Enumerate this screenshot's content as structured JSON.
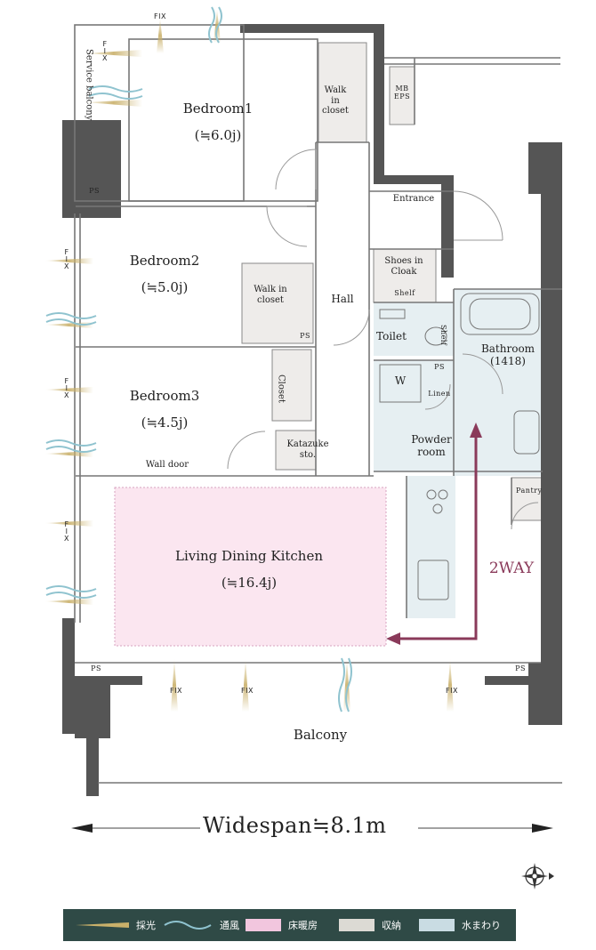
{
  "rooms": {
    "bedroom1": {
      "name": "Bedroom1",
      "size": "(≒6.0j)"
    },
    "bedroom2": {
      "name": "Bedroom2",
      "size": "(≒5.0j)"
    },
    "bedroom3": {
      "name": "Bedroom3",
      "size": "(≒4.5j)"
    },
    "ldk": {
      "name": "Living Dining Kitchen",
      "size": "(≒16.4j)"
    },
    "powder_room": "Powder\nroom",
    "bathroom": "Bathroom\n(1418)",
    "toilet": "Toilet",
    "entrance": "Entrance",
    "hall": "Hall",
    "balcony": "Balcony",
    "service_balcony": "Service balcony"
  },
  "storage": {
    "wic1": "Walk\nin\ncloset",
    "wic2": "Walk in\ncloset",
    "closet": "Closet",
    "katazuke": "Katazuke\nsto.",
    "shoes_in_cloak": "Shoes in\nCloak",
    "shelf": "Shelf",
    "shelf_toilet": "Shelf",
    "linen": "Linen",
    "pantry": "Pantry",
    "mb_eps": "MB\nEPS",
    "washer": "W"
  },
  "marks": {
    "ps": "PS",
    "fix": "FIX",
    "fix_x": "F\nI\nX",
    "wall_door": "Wall door",
    "two_way": "2WAY"
  },
  "dimension": {
    "label": "Widespan≒8.1m"
  },
  "legend": [
    {
      "label": "採光",
      "type": "light",
      "color": "#c9b06a"
    },
    {
      "label": "通風",
      "type": "wind",
      "color": "#8fc3cf"
    },
    {
      "label": "床暖房",
      "type": "swatch",
      "color": "#f2c6de"
    },
    {
      "label": "収納",
      "type": "swatch",
      "color": "#dcdad4"
    },
    {
      "label": "水まわり",
      "type": "swatch",
      "color": "#c9dce3"
    }
  ],
  "colors": {
    "wall": "#555555",
    "floor_heating": "#fbe6f0",
    "storage": "#eeecea",
    "wet_area": "#e6eff2",
    "two_way_arrow": "#8a3a5a",
    "light": "#c9b06a",
    "wind": "#8fc3cf"
  }
}
